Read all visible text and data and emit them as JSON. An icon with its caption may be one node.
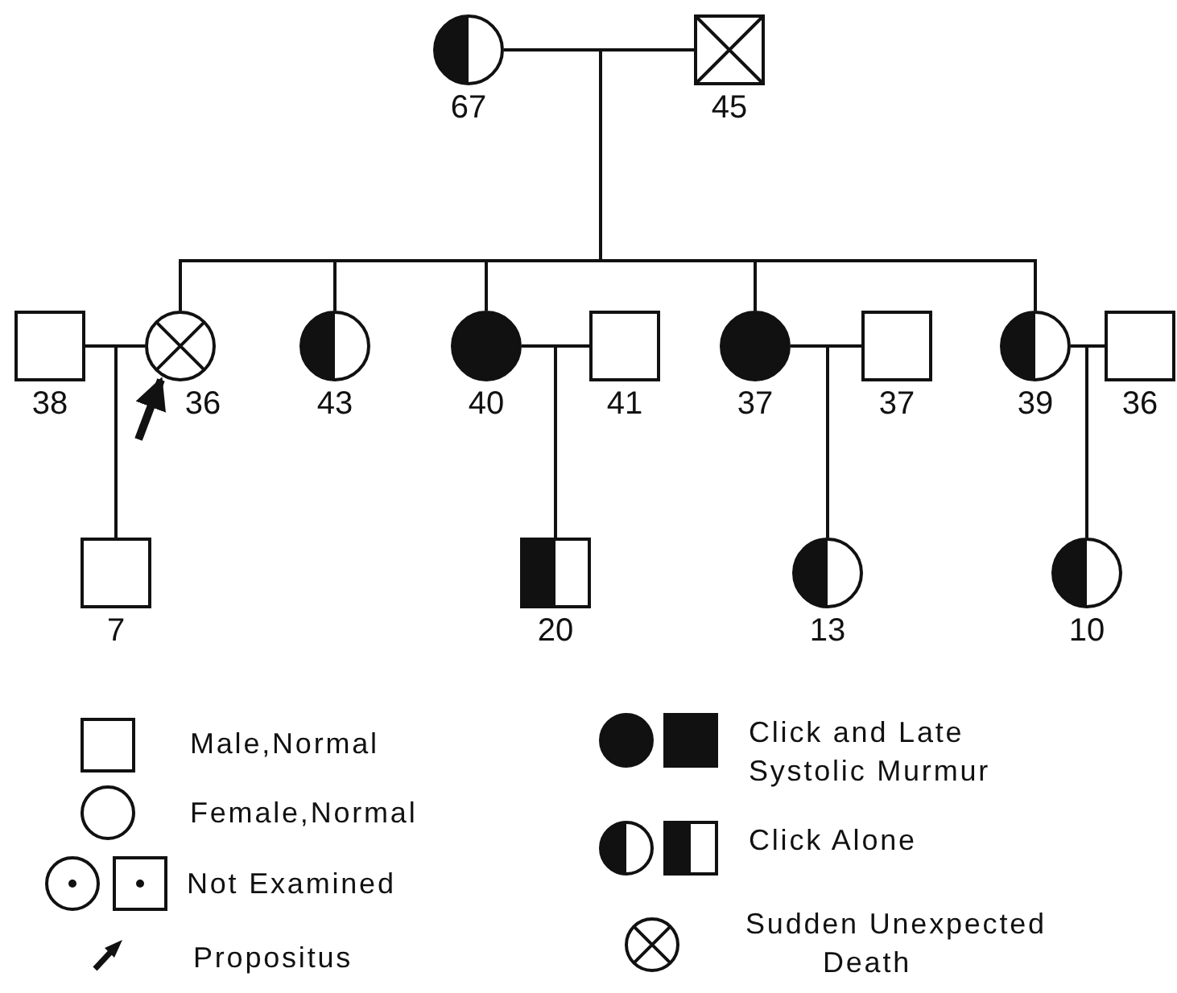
{
  "diagram": {
    "nodes": [
      {
        "text": [],
        "shape": "circle",
        "beside": [
          "67"
        ]
      },
      {
        "text": [],
        "shape": "box",
        "beside": [
          "45"
        ]
      },
      {
        "text": [],
        "shape": "box",
        "beside": [
          "38"
        ]
      },
      {
        "text": [],
        "shape": "circle",
        "beside": [
          "36"
        ]
      },
      {
        "text": [],
        "shape": "circle",
        "beside": [
          "43"
        ]
      },
      {
        "text": [],
        "shape": "circle",
        "beside": [
          "40"
        ]
      },
      {
        "text": [],
        "shape": "box",
        "beside": [
          "41"
        ]
      },
      {
        "text": [],
        "shape": "circle",
        "beside": [
          "37"
        ]
      },
      {
        "text": [],
        "shape": "box",
        "beside": [
          "37"
        ]
      },
      {
        "text": [],
        "shape": "circle",
        "beside": [
          "39"
        ]
      },
      {
        "text": [],
        "shape": "box",
        "beside": [
          "36"
        ]
      },
      {
        "text": [],
        "shape": "box",
        "beside": [
          "7"
        ]
      },
      {
        "text": [],
        "shape": "box",
        "beside": [
          "20"
        ]
      },
      {
        "text": [],
        "shape": "circle",
        "beside": [
          "13"
        ]
      },
      {
        "text": [],
        "shape": "circle",
        "beside": [
          "10"
        ]
      }
    ],
    "edges": [
      {
        "from": 0,
        "to": 1,
        "arrow": "none"
      },
      {
        "from": 0,
        "to": 3,
        "arrow": "none"
      },
      {
        "from": 1,
        "to": 3,
        "arrow": "none"
      },
      {
        "from": 0,
        "to": 4,
        "arrow": "none"
      },
      {
        "from": 1,
        "to": 4,
        "arrow": "none"
      },
      {
        "from": 0,
        "to": 5,
        "arrow": "none"
      },
      {
        "from": 1,
        "to": 5,
        "arrow": "none"
      },
      {
        "from": 0,
        "to": 7,
        "arrow": "none"
      },
      {
        "from": 1,
        "to": 7,
        "arrow": "none"
      },
      {
        "from": 0,
        "to": 9,
        "arrow": "none"
      },
      {
        "from": 1,
        "to": 9,
        "arrow": "none"
      },
      {
        "from": 2,
        "to": 3,
        "arrow": "none"
      },
      {
        "from": 2,
        "to": 11,
        "arrow": "none"
      },
      {
        "from": 3,
        "to": 11,
        "arrow": "none"
      },
      {
        "from": 5,
        "to": 6,
        "arrow": "none"
      },
      {
        "from": 5,
        "to": 12,
        "arrow": "none"
      },
      {
        "from": 6,
        "to": 12,
        "arrow": "none"
      },
      {
        "from": 7,
        "to": 8,
        "arrow": "none"
      },
      {
        "from": 7,
        "to": 13,
        "arrow": "none"
      },
      {
        "from": 8,
        "to": 13,
        "arrow": "none"
      },
      {
        "from": 9,
        "to": 10,
        "arrow": "none"
      },
      {
        "from": 9,
        "to": 14,
        "arrow": "none"
      },
      {
        "from": 10,
        "to": 14,
        "arrow": "none"
      },
      {
        "from": null,
        "to": 3,
        "arrow": "to",
        "style": "thick"
      }
    ],
    "legend": [
      {
        "text": "Male,Normal"
      },
      {
        "text": "Female,Normal"
      },
      {
        "text": "Not Examined"
      },
      {
        "text": "Propositus"
      },
      {
        "text": "Click and Late Systolic Murmur"
      },
      {
        "text": "Click Alone"
      },
      {
        "text": "Sudden Unexpected Death"
      }
    ]
  }
}
